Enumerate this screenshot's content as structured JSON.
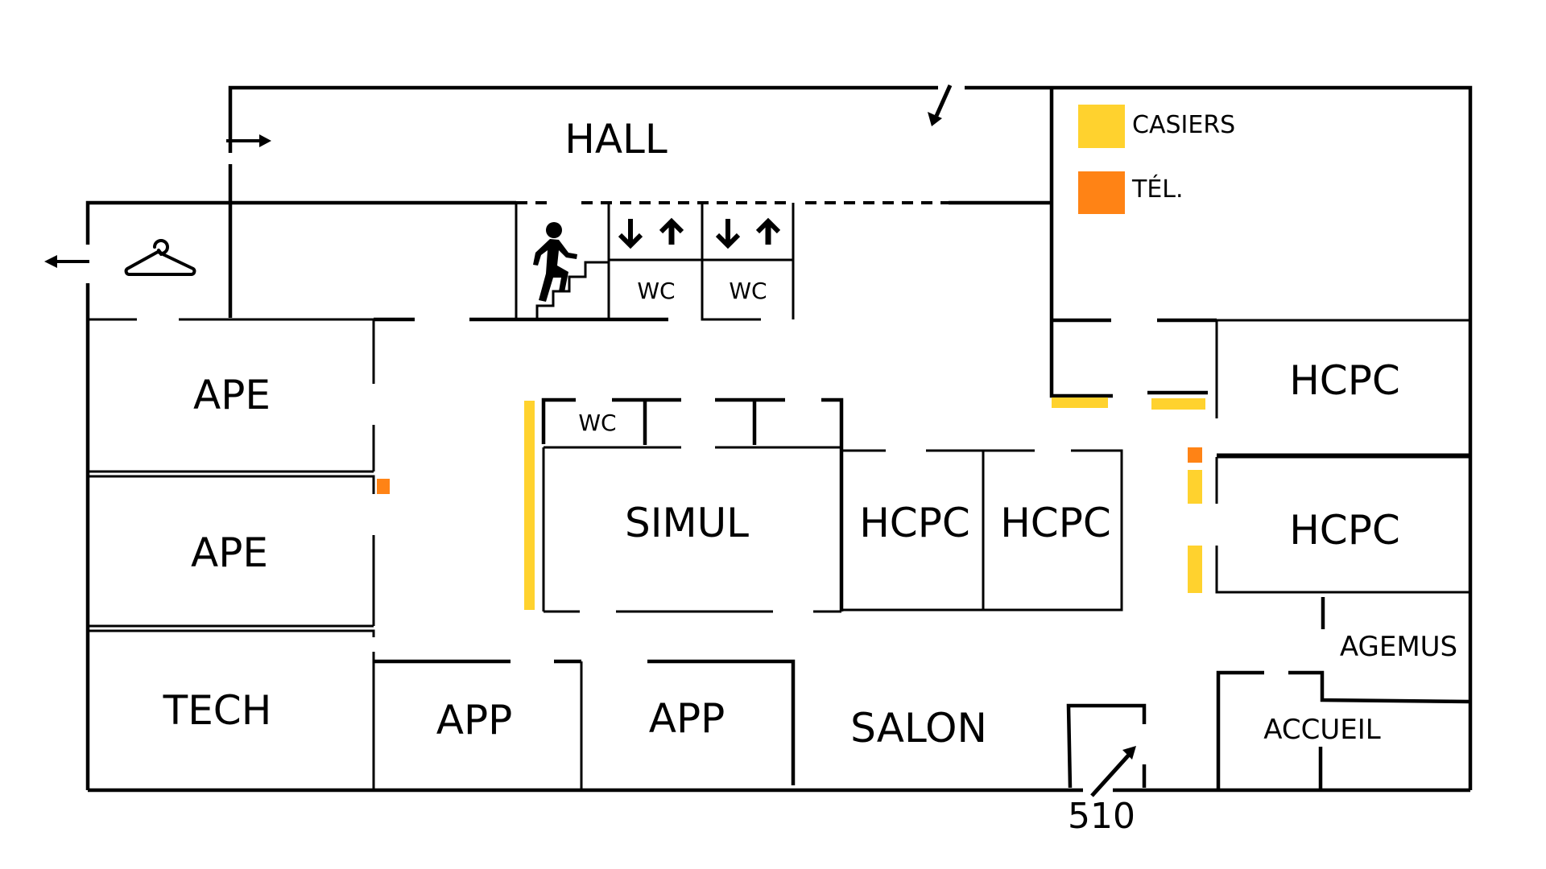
{
  "plan": {
    "colors": {
      "wall": "#000000",
      "casiers": "#FFD22E",
      "tel": "#FF8315",
      "background": "#FFFFFF"
    },
    "legend": [
      {
        "key": "casiers",
        "label": "CASIERS",
        "color": "#FFD22E"
      },
      {
        "key": "tel",
        "label": "TÉL.",
        "color": "#FF8315"
      }
    ],
    "rooms": {
      "hall": "HALL",
      "ape_1": "APE",
      "ape_2": "APE",
      "tech": "TECH",
      "app_1": "APP",
      "app_2": "APP",
      "salon": "SALON",
      "simul": "SIMUL",
      "hcpc_center_1": "HCPC",
      "hcpc_center_2": "HCPC",
      "hcpc_right_1": "HCPC",
      "hcpc_right_2": "HCPC",
      "agemus": "AGEMUS",
      "accueil": "ACCUEIL",
      "wc_1": "WC",
      "wc_2": "WC",
      "wc_3": "WC"
    },
    "room_number": "510",
    "icons": [
      "coat-hanger-icon",
      "stairs-person-icon",
      "elevator-down-up-icon",
      "entrance-arrow-icon",
      "exit-arrow-icon"
    ]
  }
}
